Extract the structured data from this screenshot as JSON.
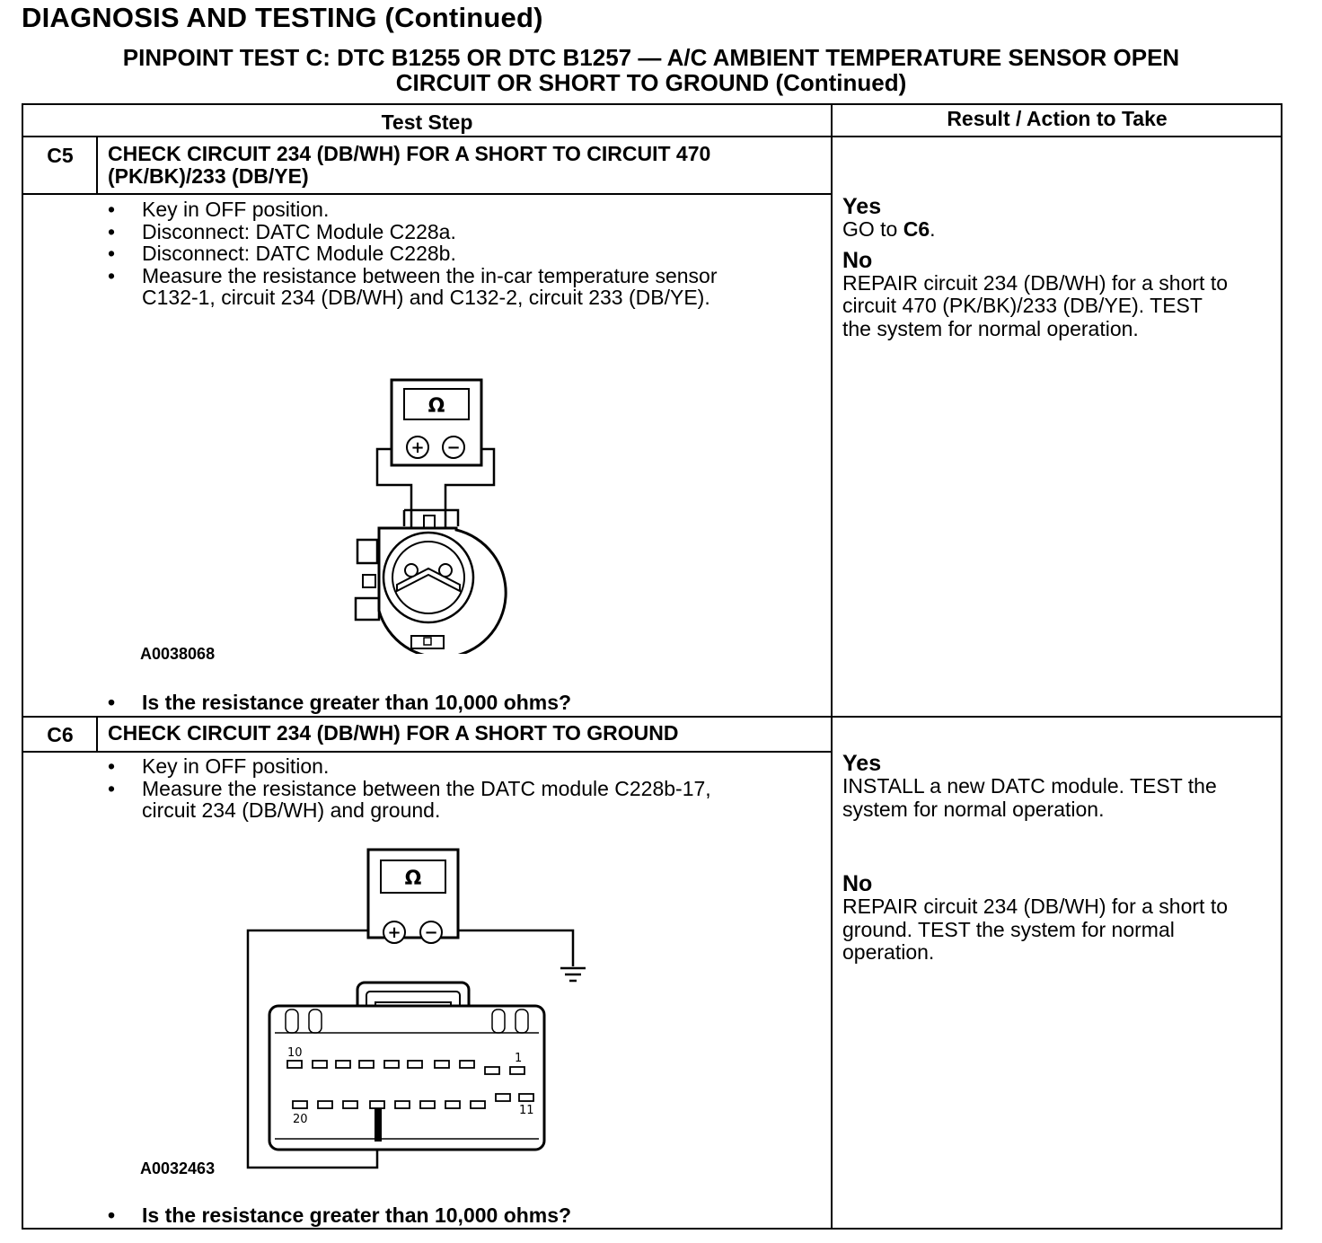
{
  "header": {
    "page_title": "DIAGNOSIS AND TESTING (Continued)",
    "pinpoint_line1": "PINPOINT TEST C: DTC B1255 OR DTC B1257 — A/C AMBIENT TEMPERATURE SENSOR OPEN",
    "pinpoint_line2": "CIRCUIT OR SHORT TO GROUND (Continued)"
  },
  "table": {
    "col_test_step": "Test Step",
    "col_result": "Result / Action to Take"
  },
  "steps": [
    {
      "id": "C5",
      "title_line1": "CHECK CIRCUIT 234 (DB/WH) FOR A SHORT TO CIRCUIT 470",
      "title_line2": "(PK/BK)/233 (DB/YE)",
      "bullets": [
        "Key in OFF position.",
        "Disconnect: DATC Module C228a.",
        "Disconnect: DATC Module C228b.",
        "Measure the resistance between the in-car temperature sensor",
        "C132-1, circuit 234 (DB/WH) and C132-2, circuit 233 (DB/YE)."
      ],
      "figure_id": "A0038068",
      "meter_symbol": "Ω",
      "plus": "+",
      "minus": "−",
      "question": "Is the resistance greater than 10,000 ohms?",
      "yes_label": "Yes",
      "yes_prefix": "GO to ",
      "yes_target": "C6",
      "yes_suffix": ".",
      "no_label": "No",
      "no_text_lines": [
        "REPAIR circuit 234 (DB/WH) for a short to",
        "circuit 470 (PK/BK)/233 (DB/YE). TEST",
        "the system for normal operation."
      ]
    },
    {
      "id": "C6",
      "title_line1": "CHECK CIRCUIT 234 (DB/WH) FOR A SHORT TO GROUND",
      "bullets": [
        "Key in OFF position.",
        "Measure the resistance between the DATC module C228b-17,",
        "circuit 234 (DB/WH) and ground."
      ],
      "figure_id": "A0032463",
      "meter_symbol": "Ω",
      "plus": "+",
      "minus": "−",
      "pin_labels": {
        "p10": "10",
        "p1": "1",
        "p20": "20",
        "p11": "11"
      },
      "question": "Is the resistance greater than 10,000 ohms?",
      "yes_label": "Yes",
      "yes_text_lines": [
        "INSTALL a new DATC module. TEST the",
        "system for normal operation."
      ],
      "no_label": "No",
      "no_text_lines": [
        "REPAIR circuit 234 (DB/WH) for a short to",
        "ground. TEST the system for normal",
        "operation."
      ]
    }
  ]
}
